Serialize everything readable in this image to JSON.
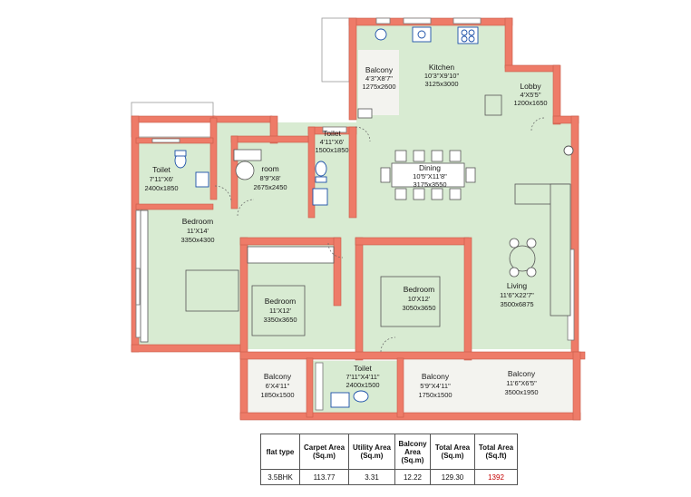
{
  "rooms": {
    "balcony_top": {
      "name": "Balcony",
      "dim_ft": "4'3\"X8'7\"",
      "dim_mm": "1275x2600"
    },
    "kitchen": {
      "name": "Kitchen",
      "dim_ft": "10'3\"X9'10\"",
      "dim_mm": "3125x3000"
    },
    "lobby": {
      "name": "Lobby",
      "dim_ft": "4'X5'5\"",
      "dim_mm": "1200x1650"
    },
    "toilet_left": {
      "name": "Toilet",
      "dim_ft": "7'11\"X6'",
      "dim_mm": "2400x1850"
    },
    "room": {
      "name": "room",
      "dim_ft": "8'9\"X8'",
      "dim_mm": "2675x2450"
    },
    "toilet_mid": {
      "name": "Toilet",
      "dim_ft": "4'11\"X6'",
      "dim_mm": "1500x1850"
    },
    "dining": {
      "name": "Dining",
      "dim_ft": "10'5\"X11'8\"",
      "dim_mm": "3175x3550"
    },
    "bedroom_left": {
      "name": "Bedroom",
      "dim_ft": "11'X14'",
      "dim_mm": "3350x4300"
    },
    "bedroom_mid": {
      "name": "Bedroom",
      "dim_ft": "11'X12'",
      "dim_mm": "3350x3650"
    },
    "bedroom_right": {
      "name": "Bedroom",
      "dim_ft": "10'X12'",
      "dim_mm": "3050x3650"
    },
    "living": {
      "name": "Living",
      "dim_ft": "11'6\"X22'7\"",
      "dim_mm": "3500x6875"
    },
    "balcony_bl": {
      "name": "Balcony",
      "dim_ft": "6'X4'11\"",
      "dim_mm": "1850x1500"
    },
    "toilet_bottom": {
      "name": "Toilet",
      "dim_ft": "7'11\"X4'11\"",
      "dim_mm": "2400x1500"
    },
    "balcony_bm": {
      "name": "Balcony",
      "dim_ft": "5'9\"X4'11\"",
      "dim_mm": "1750x1500"
    },
    "balcony_br": {
      "name": "Balcony",
      "dim_ft": "11'6\"X6'5\"",
      "dim_mm": "3500x1950"
    }
  },
  "table": {
    "headers": [
      "flat type",
      "Carpet Area (Sq.m)",
      "Utility Area (Sq.m)",
      "Balcony Area (Sq.m)",
      "Total Area (Sq.m)",
      "Total Area (Sq.ft)"
    ],
    "rows": [
      [
        "3.5BHK",
        "113.77",
        "3.31",
        "12.22",
        "129.30",
        "1392"
      ]
    ]
  },
  "colors": {
    "wall": "#ee7b68",
    "floor": "#d8ebd2",
    "balcony_floor": "#f3f3ef",
    "highlight": "#c40000"
  }
}
